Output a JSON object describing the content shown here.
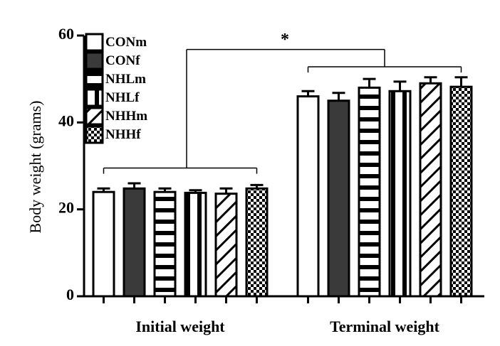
{
  "chart_data": {
    "type": "bar",
    "title": "",
    "xlabel": "",
    "ylabel": "Body weight (grams)",
    "ylim": [
      0,
      60
    ],
    "yticks": [
      0,
      20,
      40,
      60
    ],
    "categories": [
      "Initial weight",
      "Terminal weight"
    ],
    "series": [
      {
        "name": "CONm",
        "values": [
          24.0,
          46.0
        ],
        "errors": [
          0.8,
          1.2
        ],
        "fill": "white"
      },
      {
        "name": "CONf",
        "values": [
          24.8,
          45.0
        ],
        "errors": [
          1.2,
          1.8
        ],
        "fill": "dark"
      },
      {
        "name": "NHLm",
        "values": [
          24.0,
          48.0
        ],
        "errors": [
          0.8,
          2.0
        ],
        "fill": "horizontal-lines"
      },
      {
        "name": "NHLf",
        "values": [
          23.8,
          47.2
        ],
        "errors": [
          0.6,
          2.2
        ],
        "fill": "vertical-lines"
      },
      {
        "name": "NHHm",
        "values": [
          23.6,
          49.0
        ],
        "errors": [
          1.2,
          1.4
        ],
        "fill": "diagonal-lines"
      },
      {
        "name": "NHHf",
        "values": [
          24.8,
          48.2
        ],
        "errors": [
          0.8,
          2.2
        ],
        "fill": "checkerboard"
      }
    ],
    "legend_position": "top-left",
    "grid": false,
    "significance": {
      "between": [
        "Initial weight",
        "Terminal weight"
      ],
      "label": "*"
    },
    "colors": {
      "dark": "#3a3a3a",
      "stroke": "#000000",
      "background": "#ffffff"
    }
  }
}
